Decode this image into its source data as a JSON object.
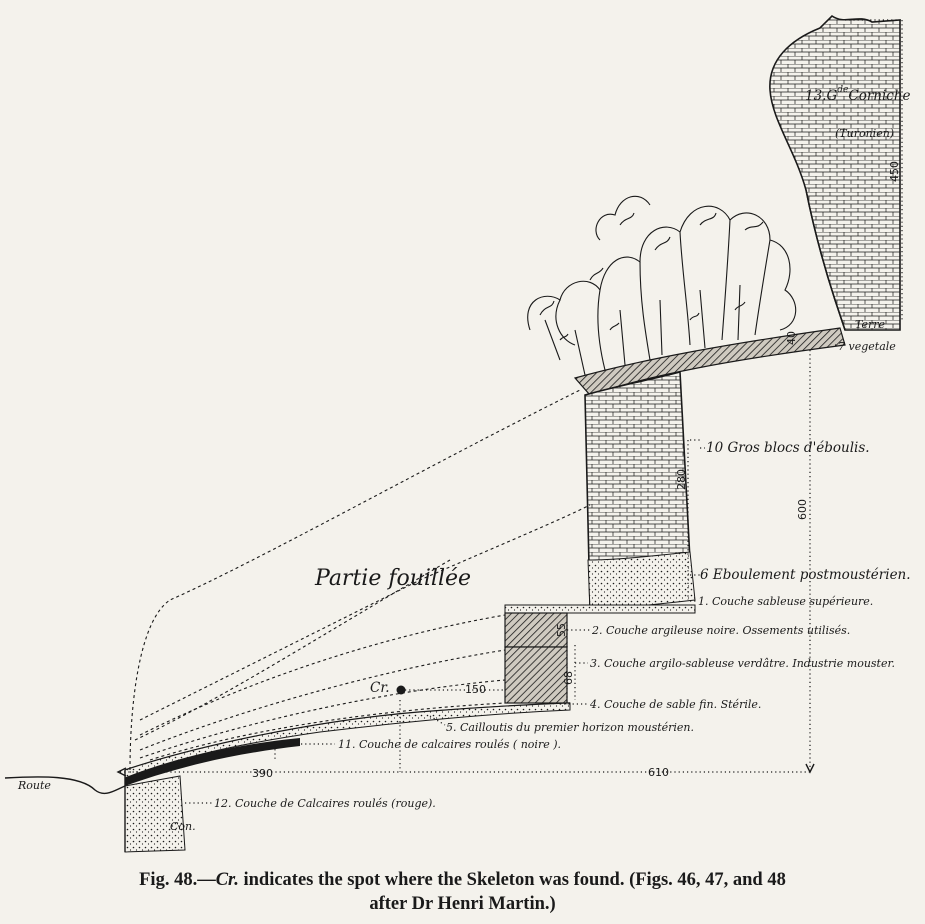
{
  "figure": {
    "upper": {
      "corniche": "13.G",
      "corniche_sup": "de",
      "corniche_rest": "Corniche",
      "turonien": "(Turonien)",
      "terre_line1": "Terre",
      "terre_line2": "7 vegetale",
      "partie": "Partie fouillée",
      "cr": "Cr."
    },
    "layers": {
      "l10": "10   Gros blocs d'éboulis.",
      "l6": "6  Eboulement postmoustérien.",
      "l1": "1.  Couche sableuse supérieure.",
      "l2": "2.  Couche argileuse noire. Ossements utilisés.",
      "l3": "3.  Couche argilo-sableuse verdâtre. Industrie mouster.",
      "l4": "4.  Couche de sable fin.  Stérile.",
      "l5": "5.  Cailloutis du premier horizon moustérien.",
      "l11": "11.  Couche de calcaires roulés ( noire ).",
      "l12": "12.  Couche de Calcaires roulés (rouge).",
      "route": "Route",
      "con": "Con."
    },
    "dimensions": {
      "d450": "450",
      "d280": "280",
      "d600": "600",
      "d150": "150",
      "d390": "390",
      "d610": "610",
      "d40": "40",
      "d68": "68",
      "d55": "55"
    }
  },
  "caption": {
    "fig": "Fig. 48.—",
    "cr": "Cr.",
    "text1": " indicates the spot where the Skeleton was found.  (Figs. 46, 47, and 48",
    "text2": "after Dr Henri Martin.)"
  },
  "colors": {
    "ink": "#1a1a1a",
    "paper": "#f4f2ec"
  }
}
